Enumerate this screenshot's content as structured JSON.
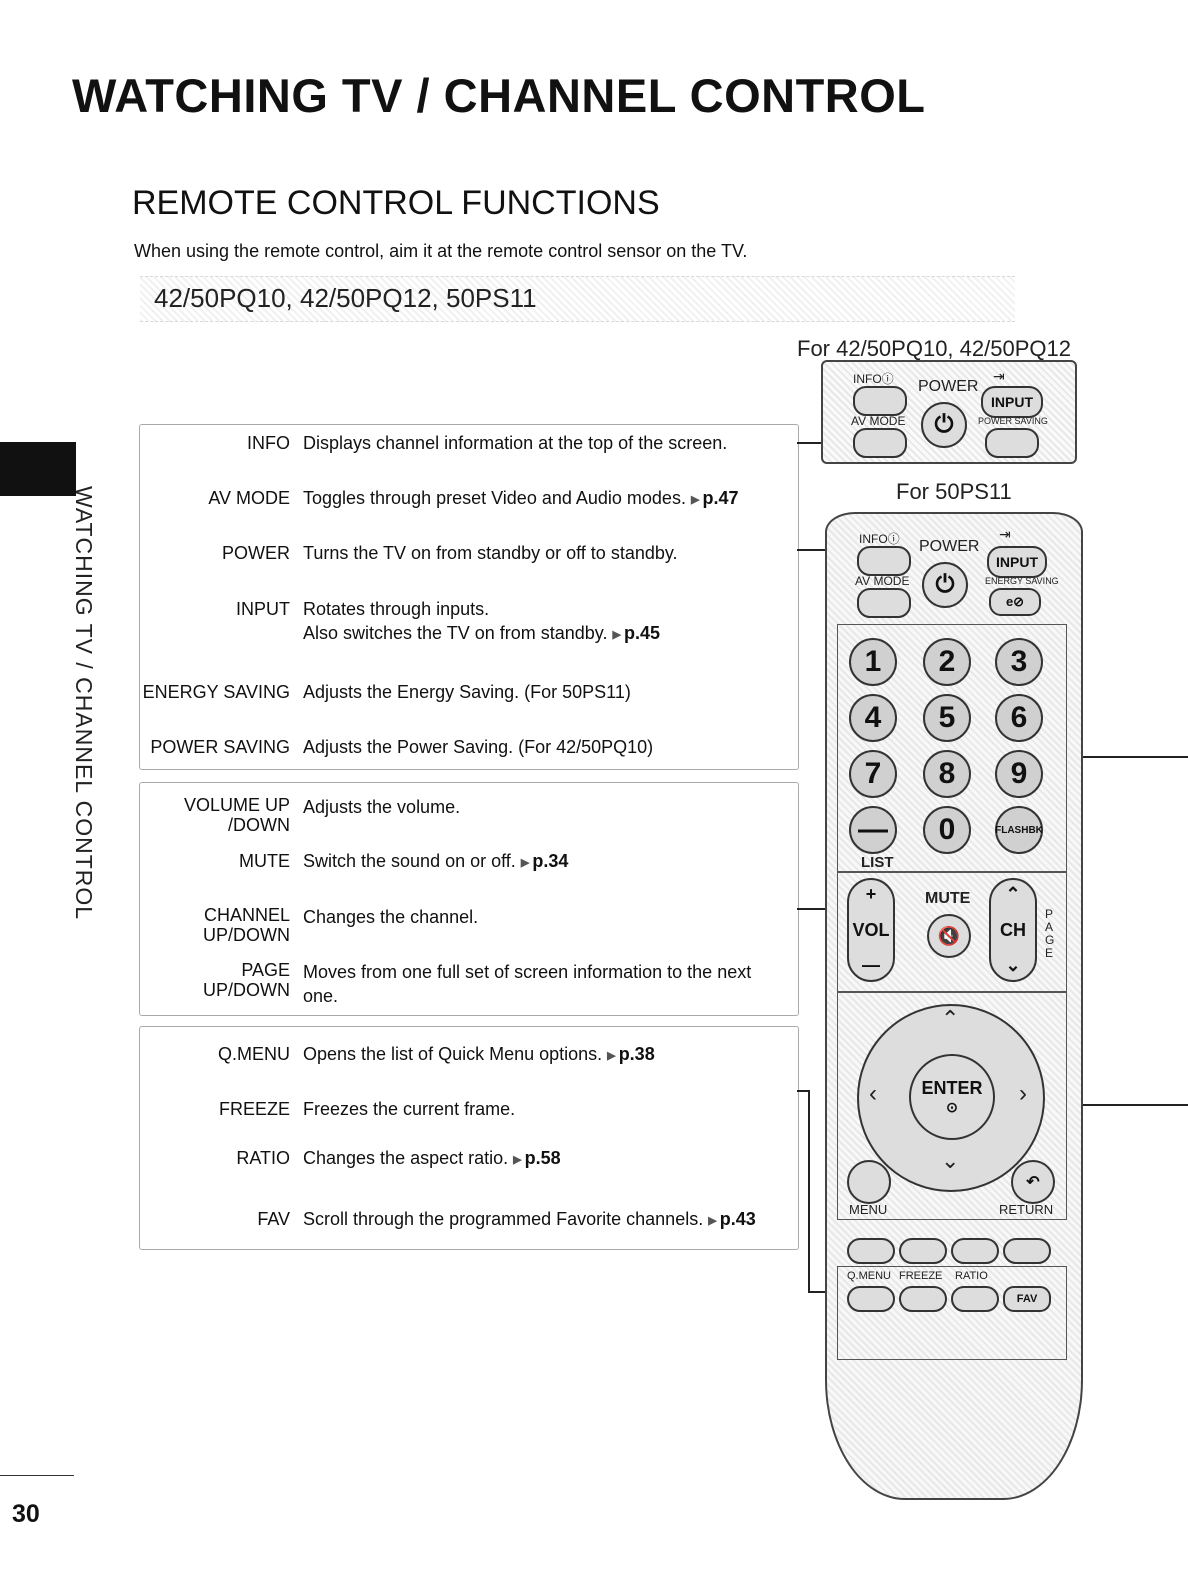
{
  "page_title": "WATCHING TV / CHANNEL CONTROL",
  "section_title": "REMOTE CONTROL FUNCTIONS",
  "intro": "When using the remote control, aim it at the remote control sensor on the TV.",
  "models": "42/50PQ10, 42/50PQ12, 50PS11",
  "side_tab": "WATCHING TV / CHANNEL CONTROL",
  "page_number": "30",
  "figure_labels": {
    "top": "For 42/50PQ10, 42/50PQ12",
    "bottom": "For 50PS11"
  },
  "functions": {
    "group1": [
      {
        "key": "INFO",
        "desc": "Displays channel information at the top of the screen.",
        "ref": ""
      },
      {
        "key": "AV MODE",
        "desc": "Toggles through preset Video and Audio modes.",
        "ref": "p.47"
      },
      {
        "key": "POWER",
        "desc": "Turns the TV on from standby or off to standby.",
        "ref": ""
      },
      {
        "key": "INPUT",
        "desc": "Rotates through inputs.",
        "desc2": "Also switches the TV on from standby.",
        "ref": "p.45"
      },
      {
        "key": "ENERGY SAVING",
        "desc": "Adjusts the Energy Saving. (For 50PS11)",
        "ref": ""
      },
      {
        "key": "POWER SAVING",
        "desc": "Adjusts the Power Saving. (For 42/50PQ10)",
        "ref": ""
      }
    ],
    "group2": [
      {
        "key": "VOLUME UP",
        "key2": "/DOWN",
        "desc": "Adjusts the volume.",
        "ref": ""
      },
      {
        "key": "MUTE",
        "desc": "Switch the sound on or off.",
        "ref": "p.34"
      },
      {
        "key": "CHANNEL",
        "key2": "UP/DOWN",
        "desc": "Changes the channel.",
        "ref": ""
      },
      {
        "key": "PAGE",
        "key2": "UP/DOWN",
        "desc": "Moves from one full set of screen information to the next one.",
        "ref": ""
      }
    ],
    "group3": [
      {
        "key": "Q.MENU",
        "desc": "Opens the list of Quick Menu options.",
        "ref": "p.38"
      },
      {
        "key": "FREEZE",
        "desc": "Freezes the current frame.",
        "ref": ""
      },
      {
        "key": "RATIO",
        "desc": "Changes the aspect ratio.",
        "ref": "p.58"
      },
      {
        "key": "FAV",
        "desc": "Scroll through the programmed Favorite channels.",
        "ref": "p.43"
      }
    ]
  },
  "remote": {
    "info": "INFOⓘ",
    "power": "POWER",
    "input": "INPUT",
    "av_mode": "AV MODE",
    "power_saving": "POWER SAVING",
    "energy_saving": "ENERGY SAVING",
    "digits": [
      "1",
      "2",
      "3",
      "4",
      "5",
      "6",
      "7",
      "8",
      "9"
    ],
    "dash": "—",
    "zero": "0",
    "flashbk": "FLASHBK",
    "list": "LIST",
    "mute": "MUTE",
    "vol": "VOL",
    "ch": "CH",
    "page_vertical": "PAGE",
    "enter": "ENTER",
    "menu": "MENU",
    "return": "RETURN",
    "qmenu": "Q.MENU",
    "freeze": "FREEZE",
    "ratio": "RATIO",
    "fav": "FAV"
  }
}
